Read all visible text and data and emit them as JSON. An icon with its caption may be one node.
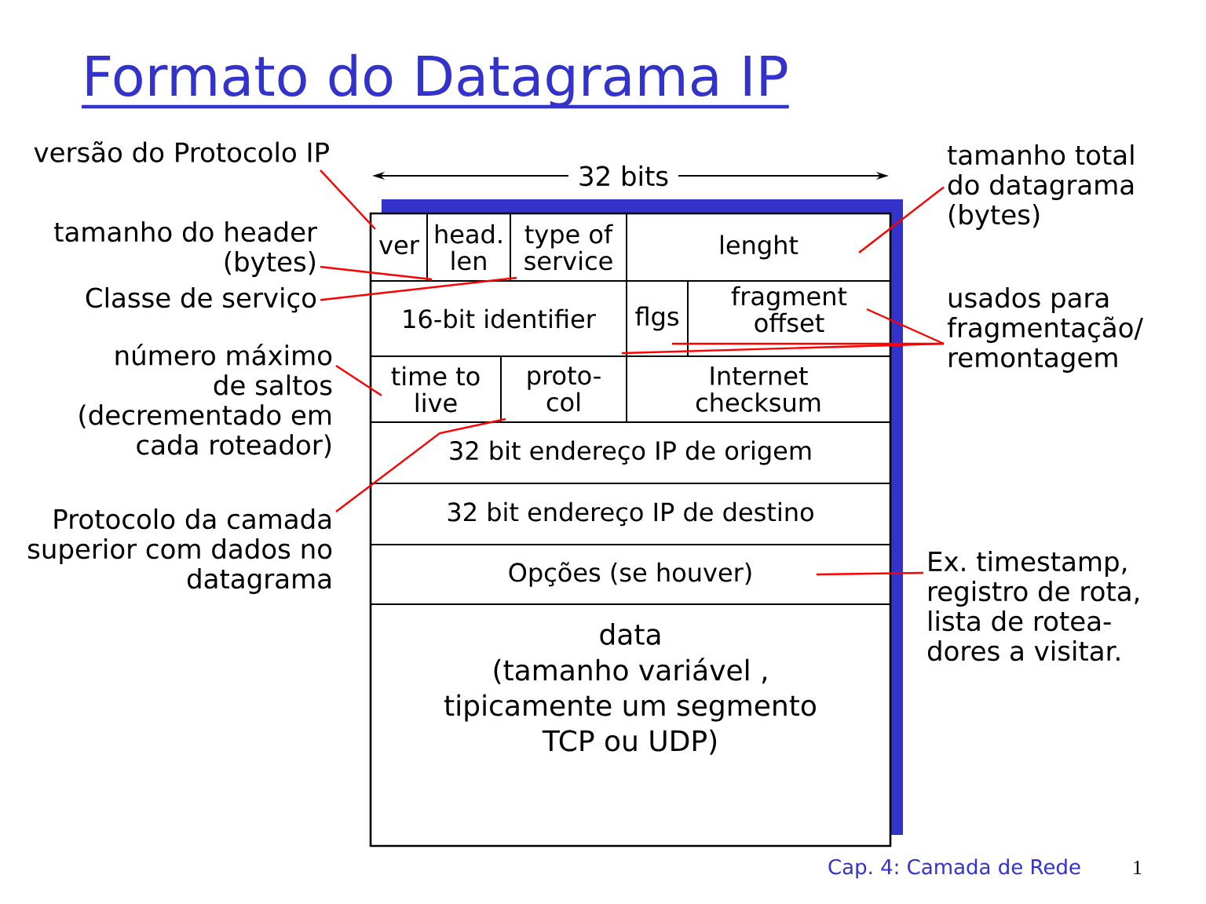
{
  "diagram": {
    "title": "Formato do Datagrama IP",
    "nodes": [
      {
        "text": [],
        "shape": "box"
      },
      {
        "text": [
          "ver"
        ],
        "in": 0
      },
      {
        "text": [
          "head. len"
        ],
        "in": 0
      },
      {
        "text": [
          "type of service"
        ],
        "in": 0
      },
      {
        "text": [
          "lenght"
        ],
        "in": 0
      },
      {
        "text": [
          "16-bit identifier"
        ],
        "in": 0
      },
      {
        "text": [
          "flgs"
        ],
        "in": 0
      },
      {
        "text": [
          "fragment offset"
        ],
        "in": 0
      },
      {
        "text": [
          "time to live"
        ],
        "in": 0
      },
      {
        "text": [
          "proto- col"
        ],
        "in": 0
      },
      {
        "text": [
          "Internet checksum"
        ],
        "in": 0
      },
      {
        "text": [
          "32 bit endereço IP de origem"
        ],
        "in": 0
      },
      {
        "text": [
          "32 bit endereço IP de destino"
        ],
        "in": 0
      },
      {
        "text": [
          "Opções (se houver)"
        ],
        "in": 0
      },
      {
        "text": [
          "data",
          "(tamanho variável , tipicamente um segmento TCP ou UDP)"
        ],
        "in": 0
      },
      {
        "text": [
          "versão do Protocolo IP"
        ]
      },
      {
        "text": [
          "tamanho do header (bytes)"
        ]
      },
      {
        "text": [
          "Classe de serviço"
        ]
      },
      {
        "text": [
          "número máximo de saltos (decrementado em cada roteador)"
        ]
      },
      {
        "text": [
          "Protocolo da camada superior com dados no datagrama"
        ]
      },
      {
        "text": [
          "tamanho total do datagrama (bytes)"
        ]
      },
      {
        "text": [
          "usados para fragmentação/ remontagem"
        ]
      },
      {
        "text": [
          "Ex. timestamp, registro de rota, lista de rotea- dores a visitar."
        ]
      }
    ],
    "edges": [
      {
        "from": 15,
        "to": 1,
        "arrow": "none"
      },
      {
        "from": 16,
        "to": 2,
        "arrow": "none"
      },
      {
        "from": 17,
        "to": 3,
        "arrow": "none"
      },
      {
        "from": 18,
        "to": 8,
        "arrow": "none"
      },
      {
        "from": 19,
        "to": 9,
        "arrow": "none"
      },
      {
        "from": 20,
        "to": 4,
        "arrow": "none"
      },
      {
        "from": 21,
        "to": 7,
        "arrow": "none"
      },
      {
        "from": 21,
        "to": 5,
        "arrow": "none"
      },
      {
        "from": 21,
        "to": 6,
        "arrow": "none"
      },
      {
        "from": 22,
        "to": 13,
        "arrow": "none"
      }
    ],
    "labels": [
      "32 bits",
      "Cap. 4: Camada de Rede",
      "1"
    ]
  }
}
